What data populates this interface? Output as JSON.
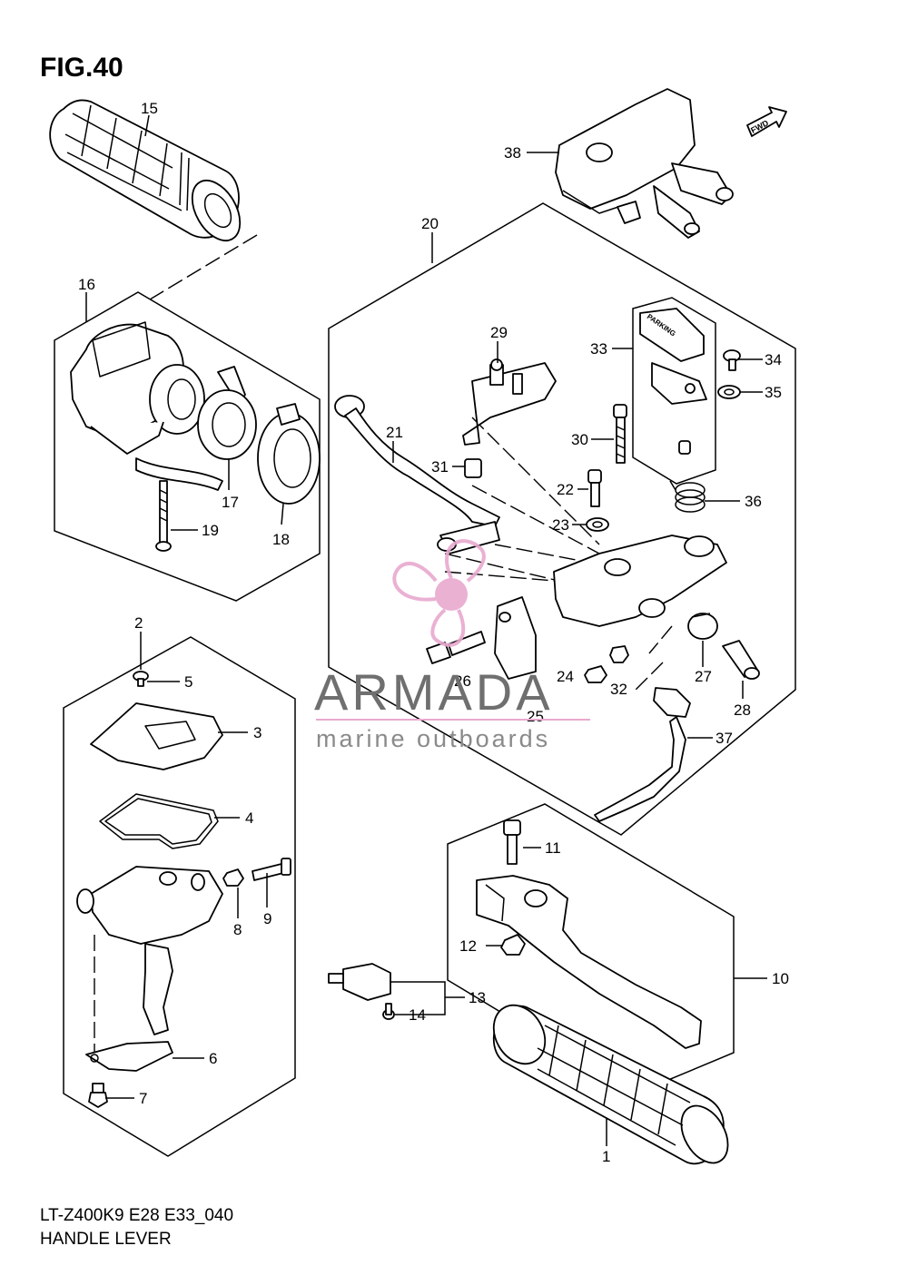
{
  "figure": {
    "title": "FIG.40",
    "model_code": "LT-Z400K9 E28 E33_040",
    "caption": "HANDLE LEVER"
  },
  "watermark": {
    "brand": "ARMADA",
    "tagline": "marine outboards",
    "accent_color": "#e8a9cf",
    "text_color": "#6f6f6f"
  },
  "arrow_label": "FWD",
  "decal_text": "PARKING",
  "callouts": [
    {
      "id": "1",
      "label": "1"
    },
    {
      "id": "2",
      "label": "2"
    },
    {
      "id": "3",
      "label": "3"
    },
    {
      "id": "4",
      "label": "4"
    },
    {
      "id": "5",
      "label": "5"
    },
    {
      "id": "6",
      "label": "6"
    },
    {
      "id": "7",
      "label": "7"
    },
    {
      "id": "8",
      "label": "8"
    },
    {
      "id": "9",
      "label": "9"
    },
    {
      "id": "10",
      "label": "10"
    },
    {
      "id": "11",
      "label": "11"
    },
    {
      "id": "12",
      "label": "12"
    },
    {
      "id": "13",
      "label": "13"
    },
    {
      "id": "14",
      "label": "14"
    },
    {
      "id": "15",
      "label": "15"
    },
    {
      "id": "16",
      "label": "16"
    },
    {
      "id": "17",
      "label": "17"
    },
    {
      "id": "18",
      "label": "18"
    },
    {
      "id": "19",
      "label": "19"
    },
    {
      "id": "20",
      "label": "20"
    },
    {
      "id": "21",
      "label": "21"
    },
    {
      "id": "22",
      "label": "22"
    },
    {
      "id": "23",
      "label": "23"
    },
    {
      "id": "24",
      "label": "24"
    },
    {
      "id": "25",
      "label": "25"
    },
    {
      "id": "26",
      "label": "26"
    },
    {
      "id": "27",
      "label": "27"
    },
    {
      "id": "28",
      "label": "28"
    },
    {
      "id": "29",
      "label": "29"
    },
    {
      "id": "30",
      "label": "30"
    },
    {
      "id": "31",
      "label": "31"
    },
    {
      "id": "32",
      "label": "32"
    },
    {
      "id": "33",
      "label": "33"
    },
    {
      "id": "34",
      "label": "34"
    },
    {
      "id": "35",
      "label": "35"
    },
    {
      "id": "36",
      "label": "36"
    },
    {
      "id": "37",
      "label": "37"
    },
    {
      "id": "38",
      "label": "38"
    }
  ]
}
